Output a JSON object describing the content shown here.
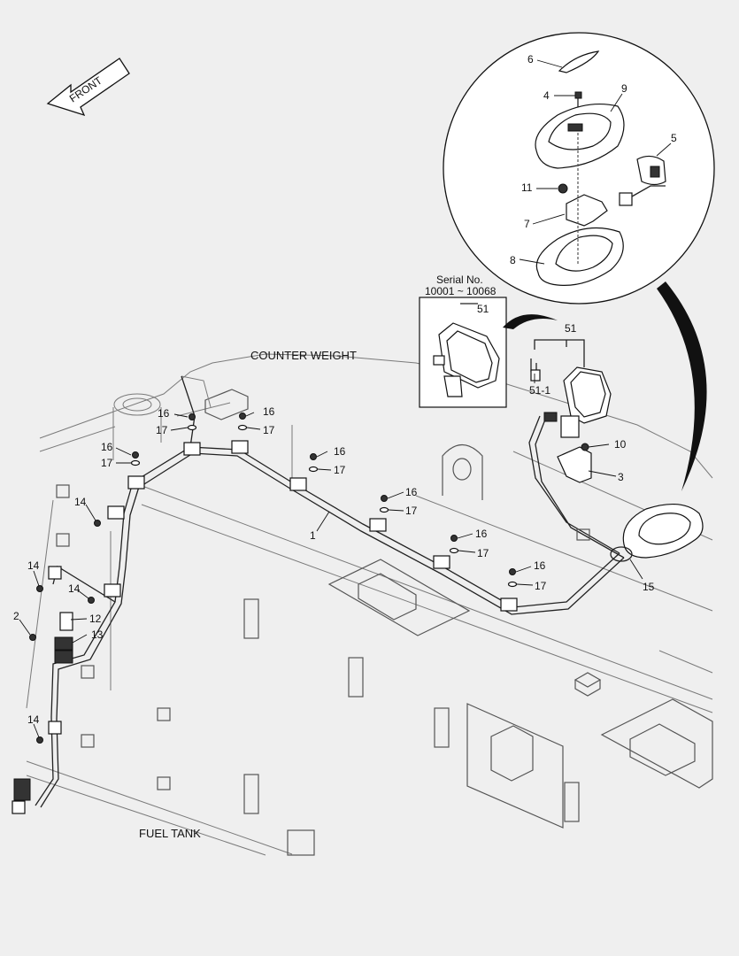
{
  "labels": {
    "front": "FRONT",
    "counter_weight": "COUNTER WEIGHT",
    "fuel_tank": "FUEL TANK",
    "serial_title": "Serial No.",
    "serial_range": "10001 ~ 10068"
  },
  "callouts": {
    "c1": "1",
    "c2": "2",
    "c3": "3",
    "c4": "4",
    "c5": "5",
    "c6": "6",
    "c7": "7",
    "c8": "8",
    "c9": "9",
    "c10": "10",
    "c11": "11",
    "c12": "12",
    "c13": "13",
    "c14": "14",
    "c15": "15",
    "c16": "16",
    "c17": "17",
    "c51": "51",
    "c51_1": "51-1"
  }
}
